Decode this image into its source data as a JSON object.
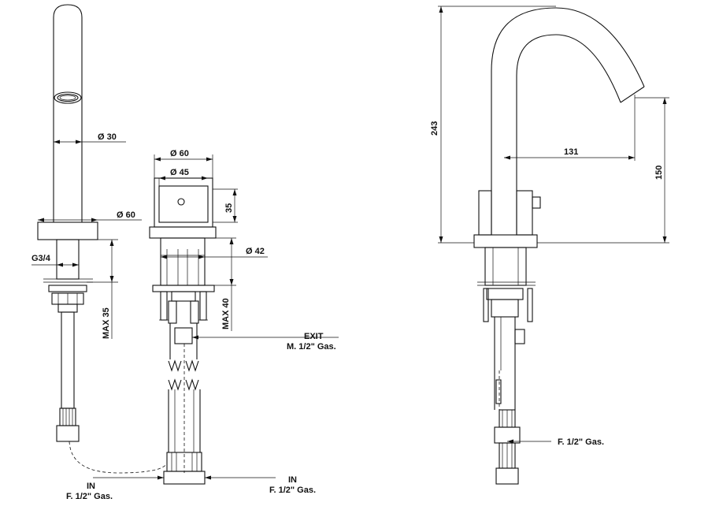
{
  "dimensions": {
    "spout_diameter": "Ø 30",
    "base_diameter_front": "Ø 60",
    "thread": "G3/4",
    "max_35": "MAX 35",
    "handle_outer": "Ø 60",
    "handle_inner": "Ø 45",
    "handle_height": "35",
    "body_diameter": "Ø 42",
    "max_40": "MAX 40",
    "height_total": "243",
    "reach": "131",
    "outlet_height": "150"
  },
  "labels": {
    "exit_title": "EXIT",
    "exit_spec": "M. 1/2\" Gas.",
    "in_left_title": "IN",
    "in_left_spec": "F. 1/2\" Gas.",
    "in_right_title": "IN",
    "in_right_spec": "F. 1/2\" Gas.",
    "side_inlet_spec": "F. 1/2\" Gas."
  }
}
